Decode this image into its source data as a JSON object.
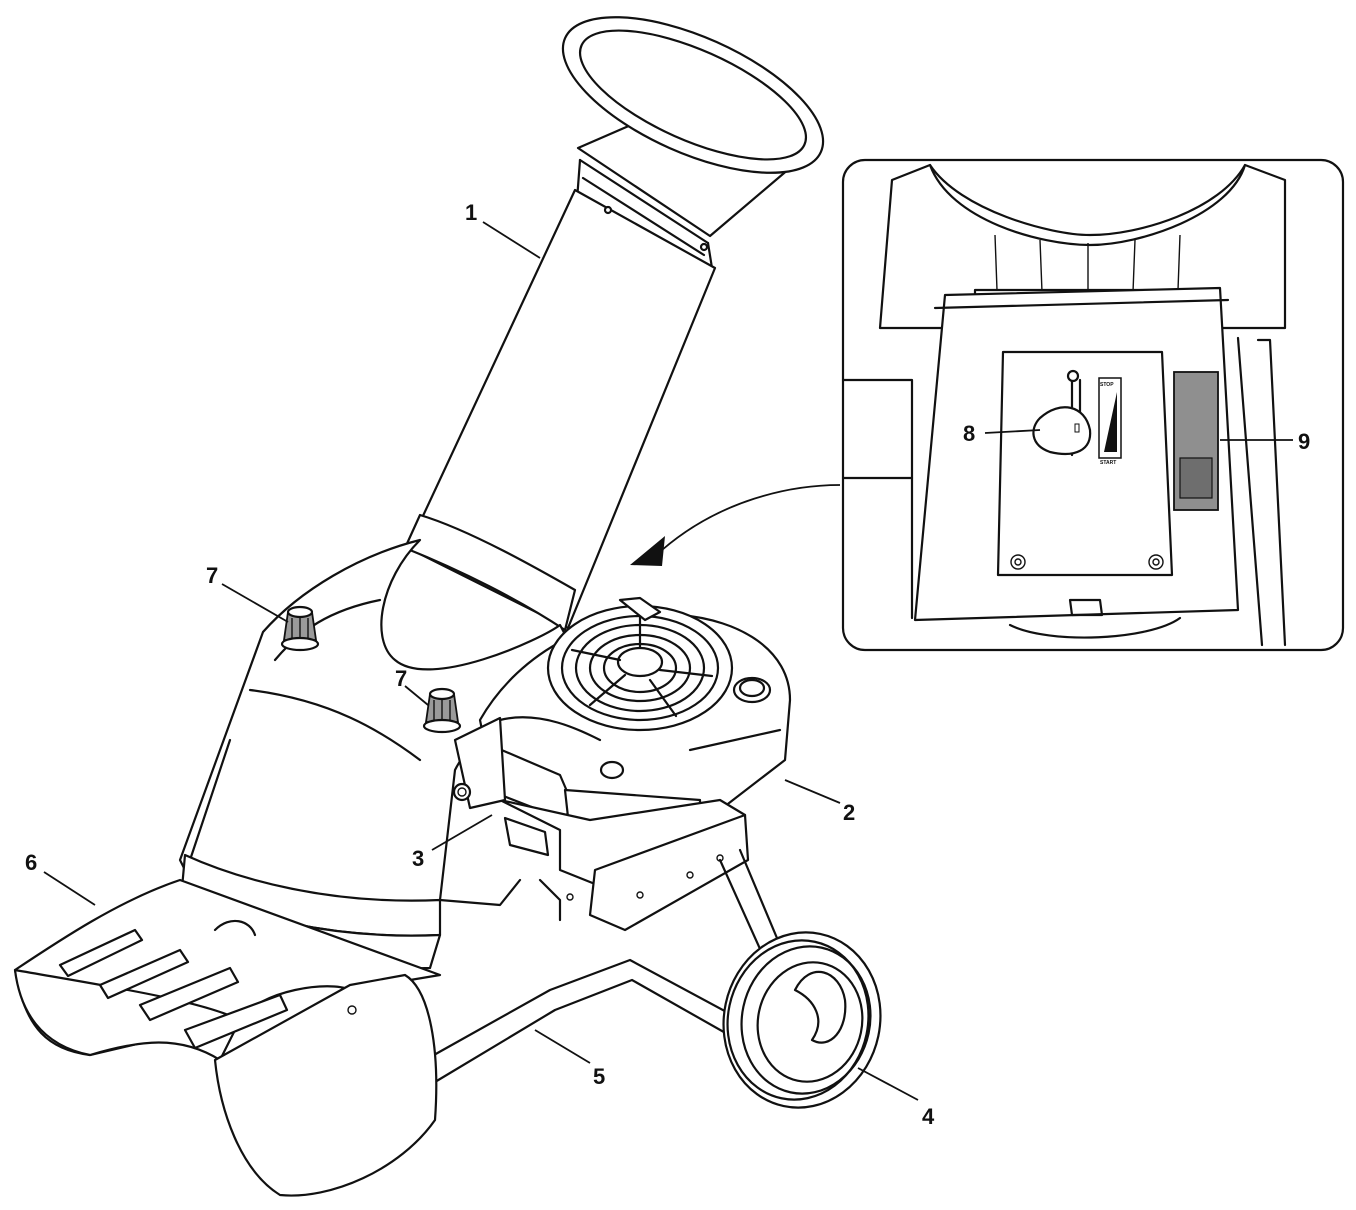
{
  "figure": {
    "callouts": {
      "c1": "1",
      "c2": "2",
      "c3": "3",
      "c4": "4",
      "c5": "5",
      "c6": "6",
      "c7a": "7",
      "c7b": "7",
      "c8": "8",
      "c9": "9"
    },
    "throttle_panel": {
      "stop": "STOP",
      "start": "START"
    },
    "icons": [
      "chipper-machine-illustration",
      "inset-detail-frame",
      "pointer-arrow-icon",
      "fan-cover-icon",
      "wheel-icon",
      "knob-icon",
      "throttle-lever-icon",
      "safety-switch-icon"
    ]
  }
}
